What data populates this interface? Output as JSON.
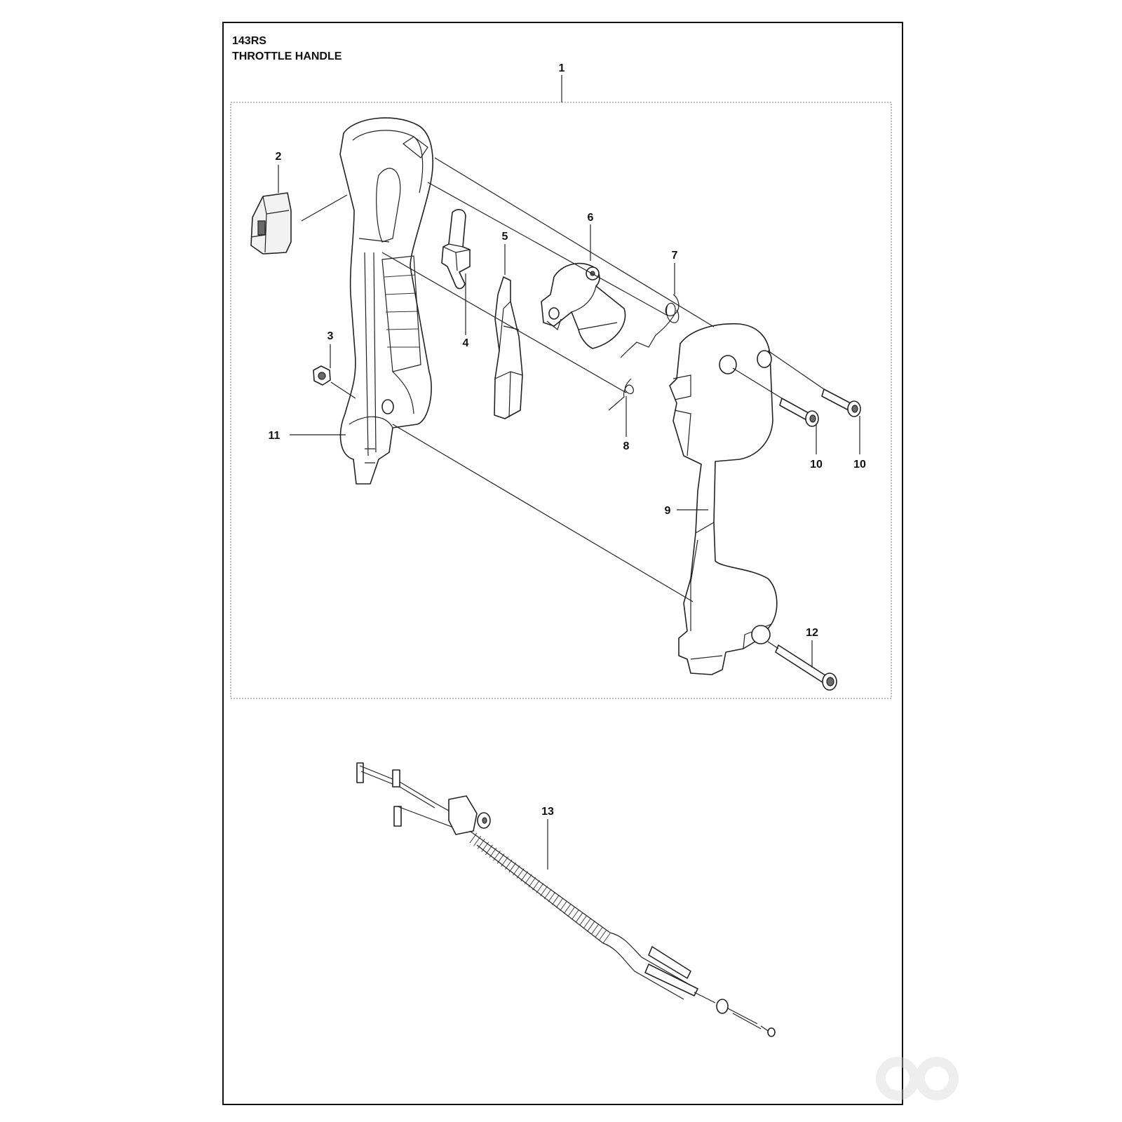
{
  "header": {
    "model": "143RS",
    "section": "THROTTLE HANDLE"
  },
  "parts": [
    {
      "number": "1",
      "label": "1"
    },
    {
      "number": "2",
      "label": "2"
    },
    {
      "number": "3",
      "label": "3"
    },
    {
      "number": "4",
      "label": "4"
    },
    {
      "number": "5",
      "label": "5"
    },
    {
      "number": "6",
      "label": "6"
    },
    {
      "number": "7",
      "label": "7"
    },
    {
      "number": "8",
      "label": "8"
    },
    {
      "number": "9",
      "label": "9"
    },
    {
      "number": "10a",
      "label": "10"
    },
    {
      "number": "10b",
      "label": "10"
    },
    {
      "number": "11",
      "label": "11"
    },
    {
      "number": "12",
      "label": "12"
    },
    {
      "number": "13",
      "label": "13"
    }
  ],
  "watermark": {
    "logo": "ao-logo"
  }
}
